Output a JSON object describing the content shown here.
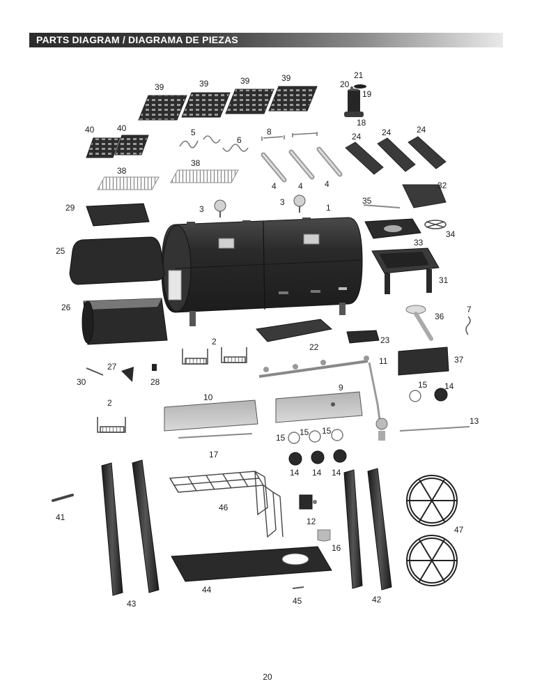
{
  "header": {
    "title": "PARTS DIAGRAM / DIAGRAMA DE PIEZAS"
  },
  "callouts": [
    "39",
    "39",
    "39",
    "39",
    "21",
    "20",
    "19",
    "18",
    "40",
    "40",
    "5",
    "6",
    "8",
    "24",
    "24",
    "24",
    "38",
    "38",
    "4",
    "4",
    "4",
    "32",
    "29",
    "3",
    "3",
    "1",
    "35",
    "34",
    "25",
    "33",
    "31",
    "26",
    "36",
    "7",
    "2",
    "22",
    "23",
    "27",
    "11",
    "37",
    "30",
    "28",
    "9",
    "15",
    "14",
    "2",
    "10",
    "13",
    "15",
    "15",
    "15",
    "17",
    "14",
    "14",
    "14",
    "41",
    "46",
    "12",
    "47",
    "16",
    "44",
    "45",
    "43",
    "42"
  ],
  "page_number": "20"
}
